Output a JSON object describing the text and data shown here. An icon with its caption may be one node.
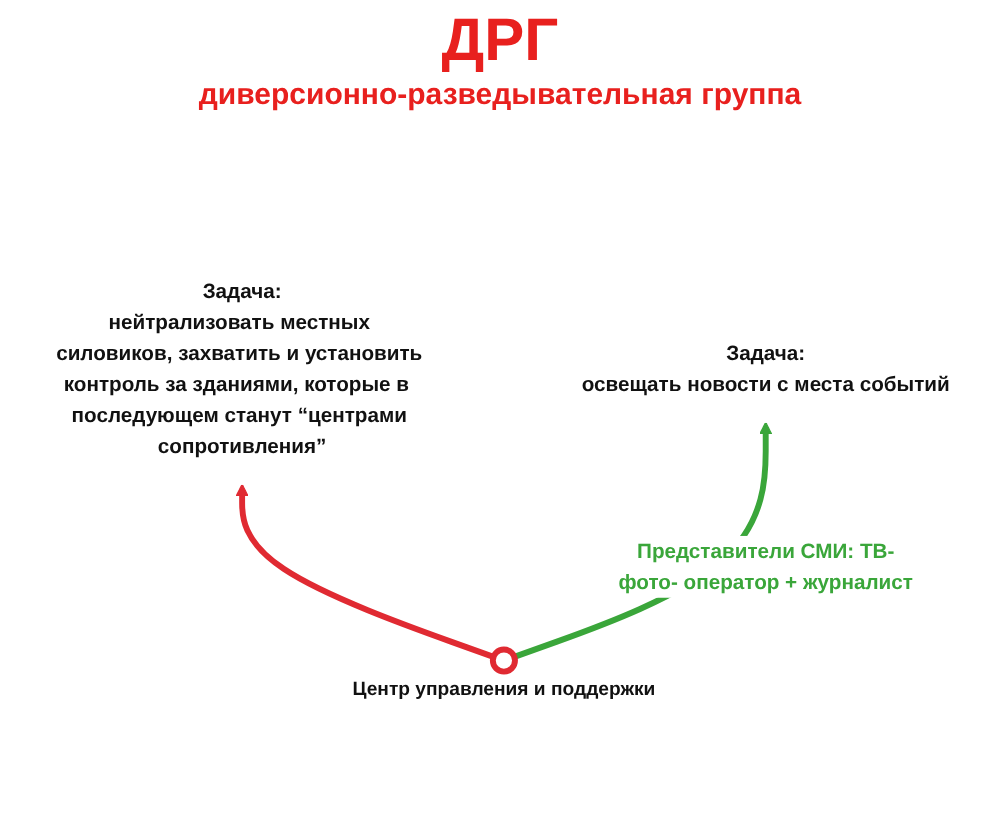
{
  "diagram": {
    "nodes": [
      {
        "text": [],
        "shape": "circle",
        "beside": [
          "Центр управления и поддержки"
        ]
      },
      {
        "text": [
          "Задача:",
          "нейтрализовать местных силовиков, захватить и установить контроль за зданиями, которые в  последующем станут “центрами сопротивления”"
        ]
      },
      {
        "text": [
          "Задача:",
          "освещать новости с места событий"
        ]
      }
    ],
    "edges": [
      {
        "from": 0,
        "to": 1,
        "arrow": "to",
        "color": "#e02a32"
      },
      {
        "from": 0,
        "to": 2,
        "arrow": "to",
        "color": "#3aa63a",
        "label": "Представители СМИ: ТВ-фото- оператор + журналист"
      }
    ],
    "labels": [
      "ДРГ",
      "диверсионно-разведывательная группа"
    ]
  }
}
